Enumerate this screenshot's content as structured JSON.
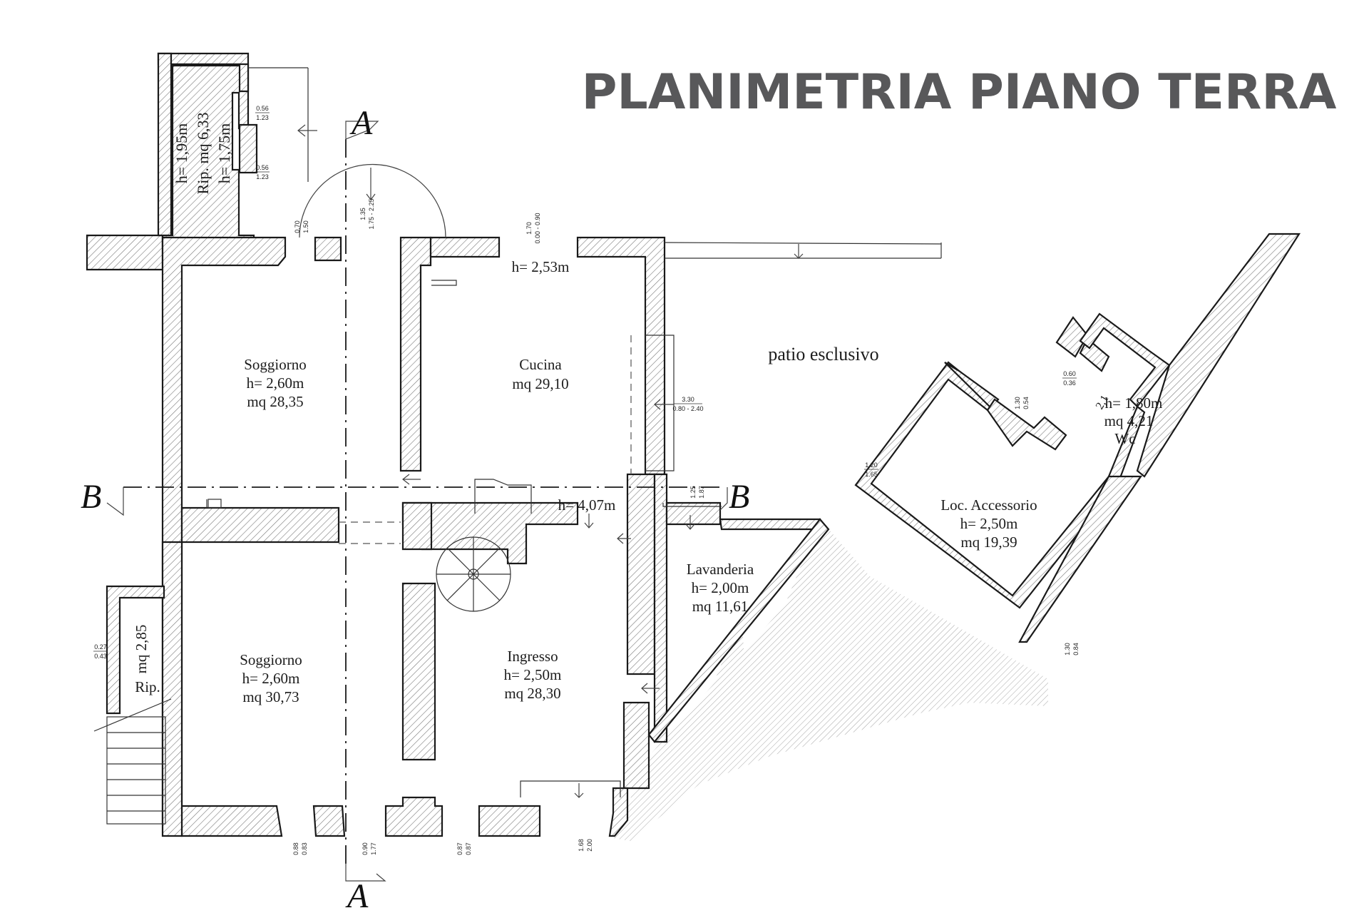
{
  "title": "PLANIMETRIA PIANO TERRA",
  "sections": {
    "a_top": "A",
    "a_bottom": "A",
    "b_left": "B",
    "b_right": "B"
  },
  "rooms": {
    "rip_top": {
      "height": "h= 1,95m",
      "area": "Rip.  mq 6,33",
      "height2": "h= 1,75m"
    },
    "soggiorno_top": {
      "name": "Soggiorno",
      "height": "h= 2,60m",
      "area": "mq 28,35"
    },
    "cucina": {
      "height": "h= 2,53m",
      "name": "Cucina",
      "area": "mq 29,10"
    },
    "soggiorno_bottom": {
      "name": "Soggiorno",
      "height": "h= 2,60m",
      "area": "mq 30,73"
    },
    "ingresso": {
      "name": "Ingresso",
      "height": "h= 2,50m",
      "area": "mq 28,30"
    },
    "corridor": {
      "height": "h= 4,07m"
    },
    "lavanderia": {
      "name": "Lavanderia",
      "height": "h= 2,00m",
      "area": "mq 11,61"
    },
    "patio": {
      "name": "patio esclusivo"
    },
    "loc_accessorio": {
      "name": "Loc. Accessorio",
      "height": "h= 2,50m",
      "area": "mq 19,39"
    },
    "wc": {
      "height": "h= 1,80m",
      "area": "mq 4,21",
      "name": "Wc",
      "partial_height": "2,1"
    },
    "rip_left": {
      "area": "mq 2,85",
      "name": "Rip."
    }
  },
  "dimensions": {
    "d1": [
      "0.56",
      "1.23"
    ],
    "d2": [
      "0.56",
      "1.23"
    ],
    "d3": [
      "0.70",
      "1.50"
    ],
    "d4": [
      "1.35",
      "1.75 - 2.25"
    ],
    "d5": [
      "1.70",
      "0.00 - 0.90"
    ],
    "d6": [
      "3.30",
      "0.80 - 2.40"
    ],
    "d7": [
      "1.25",
      "1.87"
    ],
    "d8": [
      "1.20",
      "1.65"
    ],
    "d9": [
      "1.30",
      "0.54"
    ],
    "d10": [
      "0.60",
      "0.36"
    ],
    "d11": [
      "1.30",
      "0.84"
    ],
    "d12": [
      "0.27",
      "0.43"
    ],
    "d13": [
      "0.88",
      "0.83"
    ],
    "d14": [
      "0.90",
      "1.77"
    ],
    "d15": [
      "0.87",
      "0.87"
    ],
    "d16": [
      "1.68",
      "2.00"
    ]
  }
}
